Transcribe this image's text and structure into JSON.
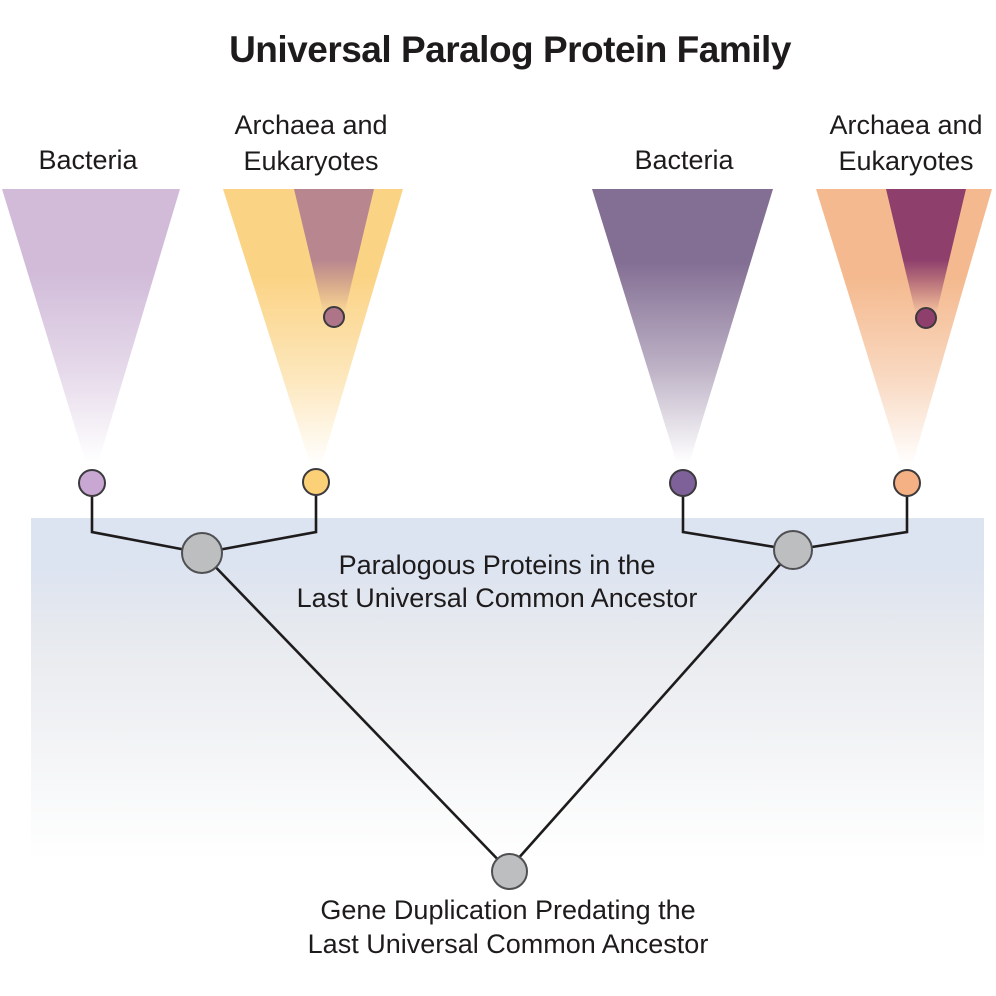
{
  "title": "Universal Paralog Protein Family",
  "groups": [
    {
      "id": "bacteria-left",
      "label": "Bacteria"
    },
    {
      "id": "archaea-eukaryotes-left",
      "label_line1": "Archaea and",
      "label_line2": "Eukaryotes"
    },
    {
      "id": "bacteria-right",
      "label": "Bacteria"
    },
    {
      "id": "archaea-eukaryotes-right",
      "label_line1": "Archaea and",
      "label_line2": "Eukaryotes"
    }
  ],
  "annotations": {
    "paralog_node_line1": "Paralogous Proteins in the",
    "paralog_node_line2": "Last Universal Common Ancestor",
    "duplication_node_line1": "Gene Duplication Predating the",
    "duplication_node_line2": "Last Universal Common Ancestor"
  },
  "colors": {
    "lavender": "#d1bbd9",
    "lavender-tip": "#c9a7d3",
    "gold": "#fbd385",
    "gold-tip": "#fbd077",
    "mauve": "#b8868f",
    "mauve-tip": "#ae7589",
    "violet": "#846f94",
    "violet-tip": "#7e6198",
    "peach": "#f4b98e",
    "peach-tip": "#f5b183",
    "plum": "#8e3f6c",
    "plum-tip": "#8e3f6c",
    "node-fill": "#bcbec0",
    "node-stroke": "#505053",
    "line": "#1e1b1c",
    "band-blue": "#dce3f1"
  }
}
